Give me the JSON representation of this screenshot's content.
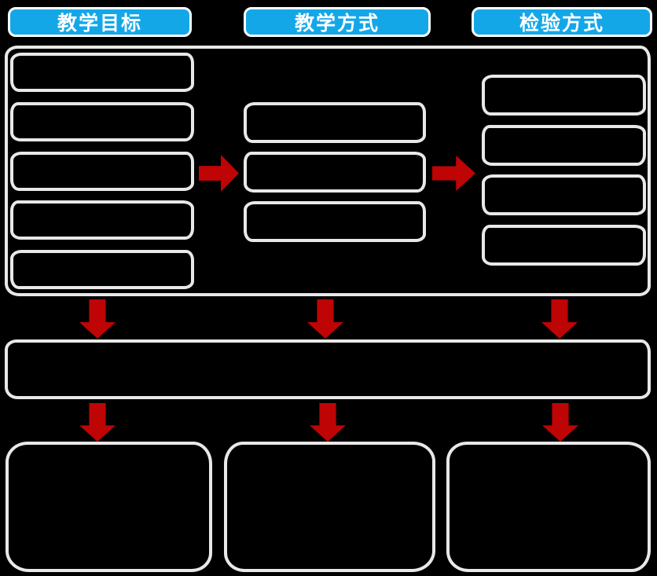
{
  "diagram": {
    "headers": [
      {
        "label": "教学目标"
      },
      {
        "label": "教学方式"
      },
      {
        "label": "检验方式"
      }
    ],
    "flow_columns": {
      "objectives_box_count": 5,
      "methods_box_count": 3,
      "assessment_box_count": 4
    },
    "summary_bar_count": 1,
    "result_box_count": 3
  },
  "colors": {
    "background": "#000000",
    "header_fill": "#14a7e8",
    "header_border": "#ffffff",
    "header_text": "#ffffff",
    "box_border": "#e8e8e8",
    "arrow_red": "#be0404"
  }
}
